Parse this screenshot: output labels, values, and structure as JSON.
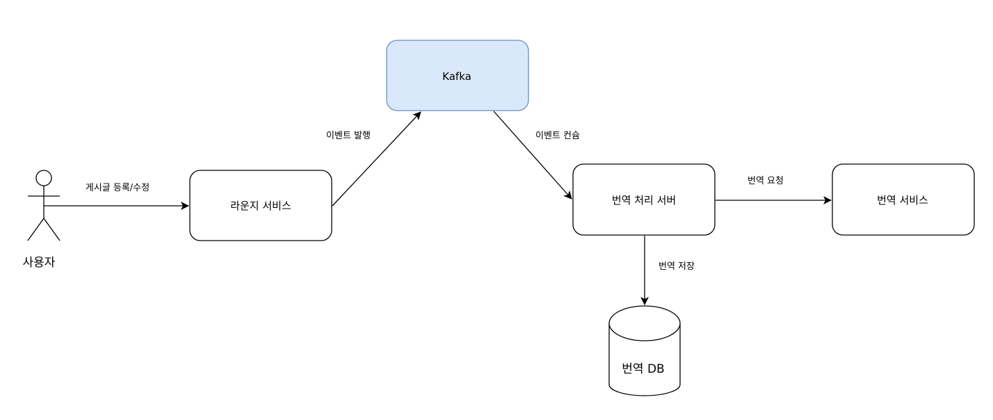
{
  "actor": {
    "label": "사용자"
  },
  "nodes": {
    "lounge": {
      "label": "라운지 서비스"
    },
    "kafka": {
      "label": "Kafka"
    },
    "processor": {
      "label": "번역 처리 서버"
    },
    "translation_service": {
      "label": "번역 서비스"
    },
    "database": {
      "label": "번역 DB"
    }
  },
  "edges": {
    "post_register": {
      "label": "게시글 등록/수정"
    },
    "event_publish": {
      "label": "이벤트 발행"
    },
    "event_consume": {
      "label": "이벤트 컨슘"
    },
    "translate_request": {
      "label": "번역 요청"
    },
    "translate_store": {
      "label": "번역 저장"
    }
  },
  "colors": {
    "kafka_fill": "#dae8fc",
    "kafka_stroke": "#6c8ebf",
    "stroke": "#000000",
    "fill": "#ffffff"
  }
}
